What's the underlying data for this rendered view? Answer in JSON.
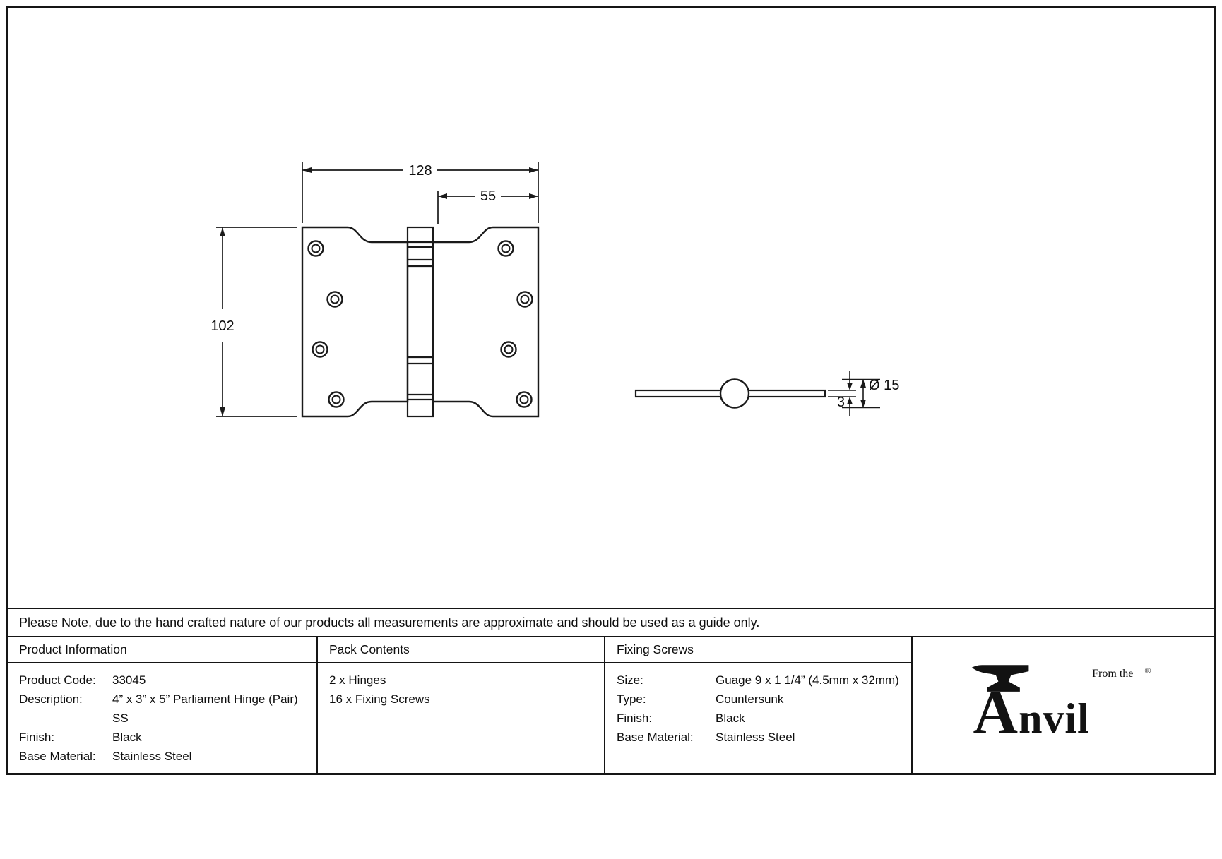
{
  "drawing": {
    "front_view": {
      "width_label": "128",
      "leaf_label": "55",
      "height_label": "102"
    },
    "side_view": {
      "diameter_label": "Ø 15",
      "thickness_label": "3"
    }
  },
  "note": "Please Note, due to the hand crafted nature of our products all measurements are approximate and should be used as a guide only.",
  "columns": {
    "product_info": {
      "header": "Product Information",
      "rows": [
        {
          "label": "Product Code:",
          "value": "33045"
        },
        {
          "label": "Description:",
          "value": "4” x 3” x 5” Parliament Hinge (Pair) SS"
        },
        {
          "label": "Finish:",
          "value": "Black"
        },
        {
          "label": "Base Material:",
          "value": "Stainless Steel"
        }
      ]
    },
    "pack_contents": {
      "header": "Pack Contents",
      "items": [
        "2 x Hinges",
        "16 x Fixing Screws"
      ]
    },
    "fixing_screws": {
      "header": "Fixing Screws",
      "rows": [
        {
          "label": "Size:",
          "value": "Guage 9 x 1 1/4” (4.5mm x 32mm)"
        },
        {
          "label": "Type:",
          "value": "Countersunk"
        },
        {
          "label": "Finish:",
          "value": "Black"
        },
        {
          "label": "Base Material:",
          "value": "Stainless Steel"
        }
      ]
    }
  },
  "logo": {
    "tagline": "From the",
    "brand": "Anvil",
    "registered": "®"
  }
}
